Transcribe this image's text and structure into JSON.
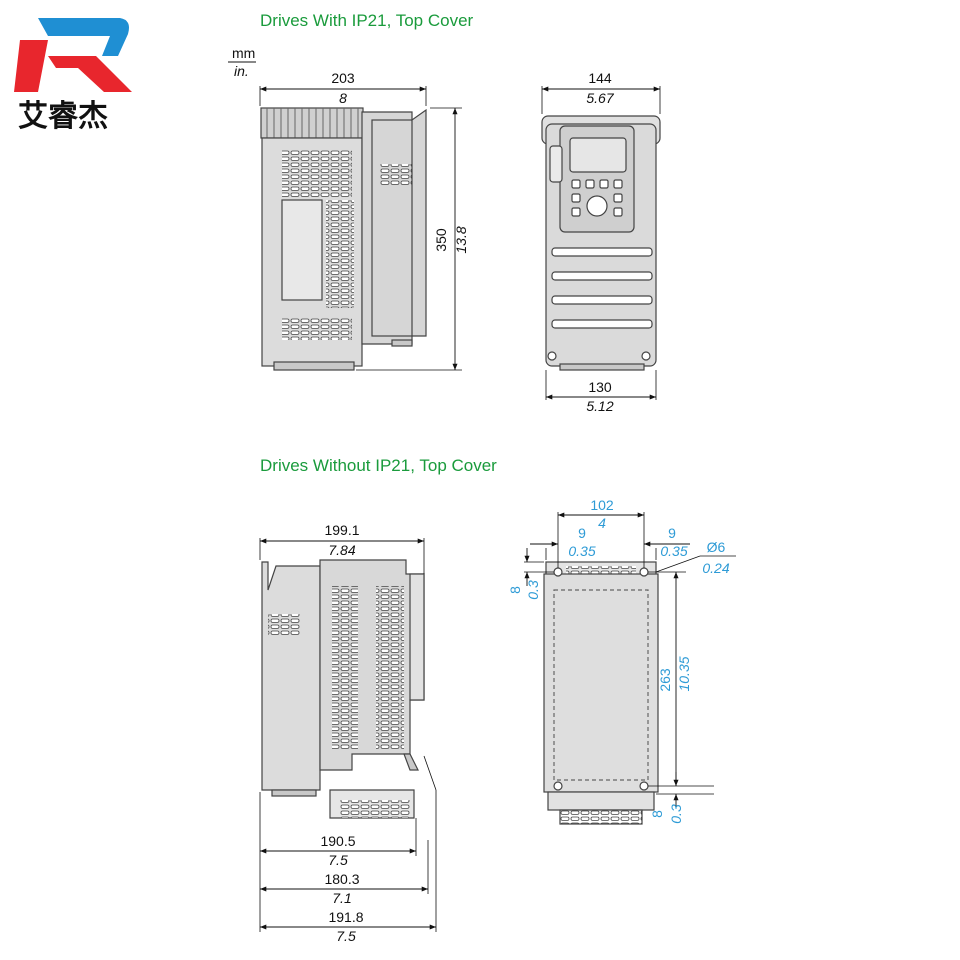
{
  "colors": {
    "title_green": "#1a9b3c",
    "dim_black": "#111111",
    "dim_cyan": "#2e9bd6",
    "logo_red": "#e8262d",
    "logo_blue": "#1f8fd3",
    "body_gray": "#d9d9d9",
    "outline": "#444444"
  },
  "logo": {
    "text": "艾睿杰"
  },
  "units": {
    "metric": "mm",
    "imperial": "in."
  },
  "section_top": {
    "title": "Drives With IP21, Top Cover",
    "side_width_mm": "203",
    "side_width_in": "8",
    "height_mm": "350",
    "height_in": "13.8",
    "front_top_mm": "144",
    "front_top_in": "5.67",
    "front_bottom_mm": "130",
    "front_bottom_in": "5.12"
  },
  "section_bottom": {
    "title": "Drives Without IP21, Top Cover",
    "side_width_mm": "199.1",
    "side_width_in": "7.84",
    "dim1_mm": "190.5",
    "dim1_in": "7.5",
    "dim2_mm": "180.3",
    "dim2_in": "7.1",
    "dim3_mm": "191.8",
    "dim3_in": "7.5",
    "mount_width_mm": "102",
    "mount_width_in": "4",
    "left_offset_mm": "9",
    "left_offset_in": "0.35",
    "right_offset_mm": "9",
    "right_offset_in": "0.35",
    "hole_mm": "Ø6",
    "hole_in": "0.24",
    "top_margin_mm": "8",
    "top_margin_in": "0.3",
    "mount_height_mm": "263",
    "mount_height_in": "10.35",
    "bottom_margin_mm": "8",
    "bottom_margin_in": "0.3"
  }
}
